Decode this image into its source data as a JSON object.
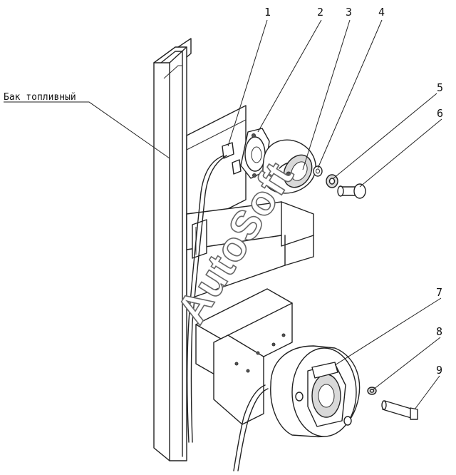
{
  "diagram": {
    "callouts": [
      "1",
      "2",
      "3",
      "4",
      "5",
      "6",
      "7",
      "8",
      "9"
    ],
    "tank_label": "Бак топливный",
    "watermark": "AutoSoft"
  }
}
